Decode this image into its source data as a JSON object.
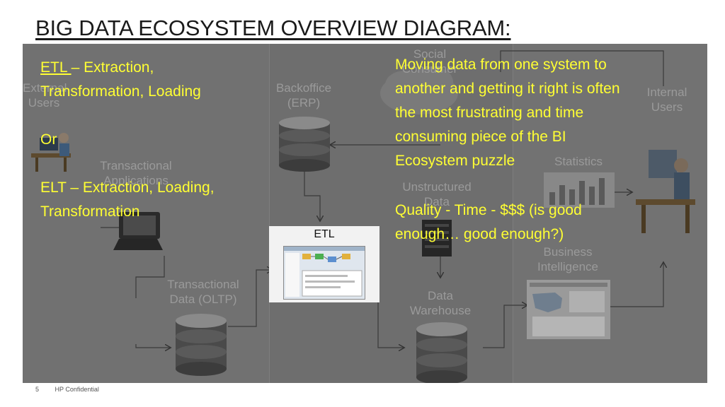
{
  "title": "BIG DATA ECOSYSTEM OVERVIEW DIAGRAM:",
  "diagram_labels": {
    "external_users": "External\nUsers",
    "transactional_applications": "Transactional\nApplications",
    "transactional_data": "Transactional\nData (OLTP)",
    "backoffice": "Backoffice\n(ERP)",
    "etl": "ETL",
    "social_consumer": "Social\nConsumer",
    "unstructured_data": "Unstructured\nData",
    "data_warehouse": "Data\nWarehouse",
    "internal_users": "Internal\nUsers",
    "statistics": "Statistics",
    "business_intelligence": "Business\nIntelligence"
  },
  "left_text": {
    "etl_term": "ETL ",
    "etl_rest": "– Extraction,",
    "etl_line2": "Transformation, Loading",
    "or": "Or",
    "elt_line1": "ELT – Extraction, Loading,",
    "elt_line2": "Transformation"
  },
  "right_text": {
    "line1": "Moving data from one system to",
    "line2": "another and getting it right is often",
    "line3": "the most frustrating and time",
    "line4": "consuming piece of the BI",
    "line5": "Ecosystem puzzle",
    "quality1": "Quality - Time - $$$ (is good",
    "quality2": "enough… good enough?)"
  },
  "footer": {
    "page": "5",
    "label": "HP Confidential"
  }
}
